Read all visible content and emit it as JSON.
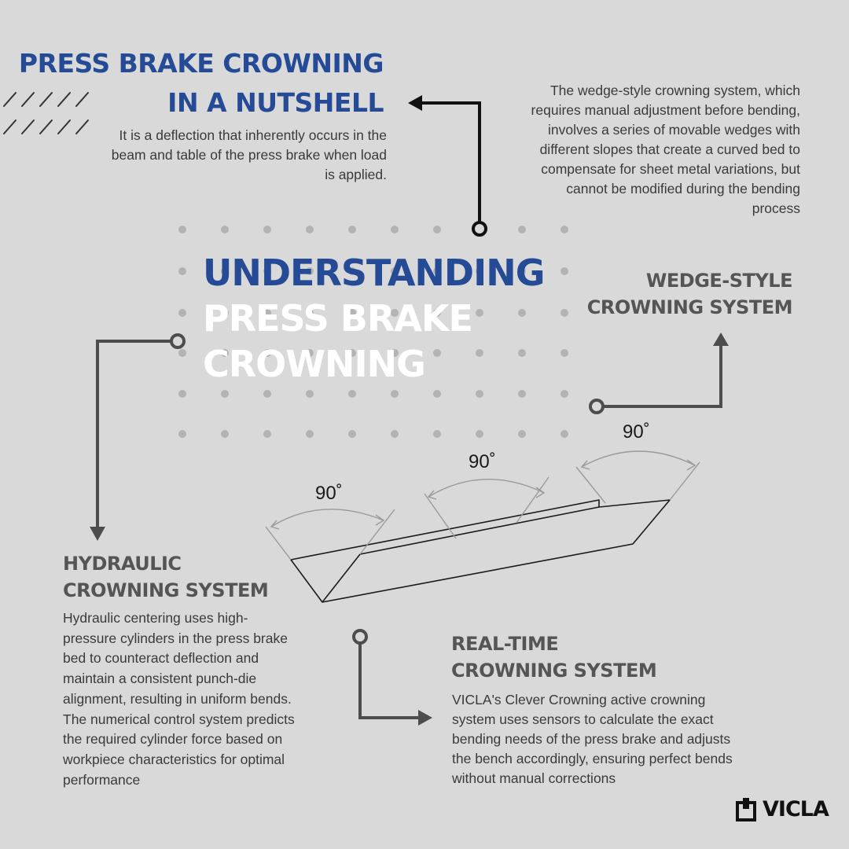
{
  "nutshell": {
    "title_line1": "PRESS BRAKE CROWNING",
    "title_line2": "IN A NUTSHELL",
    "description": "It is a deflection that inherently occurs in the beam  and table of the press brake when load is applied."
  },
  "main_title": {
    "line1": "UNDERSTANDING",
    "line2": "PRESS BRAKE",
    "line3": "CROWNING"
  },
  "wedge": {
    "description": "The wedge-style crowning system, which requires manual adjustment before bending, involves a series of movable wedges with different slopes that create a curved bed to compensate for sheet metal variations, but cannot be modified during the bending process",
    "title_line1": "WEDGE-STYLE",
    "title_line2": "CROWNING SYSTEM"
  },
  "hydraulic": {
    "title_line1": "HYDRAULIC",
    "title_line2": "CROWNING SYSTEM",
    "description": "Hydraulic centering uses high-pressure cylinders in the press brake bed to counteract deflection and maintain a consistent punch-die alignment, resulting in uniform bends. The numerical control system predicts the required cylinder force based on workpiece characteristics for optimal performance"
  },
  "realtime": {
    "title_line1": "REAL-TIME",
    "title_line2": "CROWNING SYSTEM",
    "description": "VICLA's Clever Crowning active crowning system uses sensors to calculate the exact bending needs of the press brake and adjusts the bench accordingly, ensuring perfect bends without manual corrections"
  },
  "angles": {
    "left": "90˚",
    "middle": "90˚",
    "right": "90˚"
  },
  "logo": {
    "text": "VICLA"
  },
  "colors": {
    "background": "#d9d9d9",
    "accent_blue": "#254a96",
    "heading_gray": "#555555",
    "text_dark": "#3a3a3a",
    "connector": "#4d4d4d",
    "dot": "#b3b3b3"
  }
}
